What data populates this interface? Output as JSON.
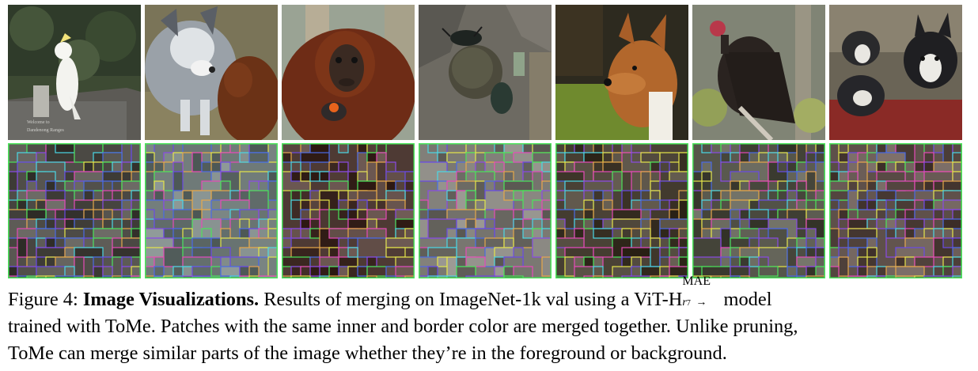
{
  "figure": {
    "caption_label": "Figure 4:",
    "caption_title": "Image Visualizations.",
    "caption_line1_a": "Results of merging on ImageNet-1k val using a ViT-H",
    "model_sup": "MAE",
    "model_sub": "r",
    "model_sub_index": "7",
    "model_sub_arrow": "→",
    "caption_line1_b": "model",
    "caption_line2": "trained with ToMe. Patches with the same inner and border color are merged together. Unlike pruning,",
    "caption_line3": "ToMe can merge similar parts of the image whether they’re in the foreground or background.",
    "images": [
      {
        "subject": "cockatoo",
        "sign_text_1": "Welcome to",
        "sign_text_2": "Dandenong Ranges"
      },
      {
        "subject": "husky-and-dog"
      },
      {
        "subject": "orangutan"
      },
      {
        "subject": "dung-beetle"
      },
      {
        "subject": "basenji-dog"
      },
      {
        "subject": "vulture"
      },
      {
        "subject": "boston-terriers"
      }
    ]
  },
  "colors": {
    "merge_borders": [
      "#e6e64a",
      "#4ae65a",
      "#6a4ae6",
      "#e64ab8",
      "#4ad8e6",
      "#e6a84a",
      "#8a4ae6",
      "#4a6ae6"
    ]
  }
}
